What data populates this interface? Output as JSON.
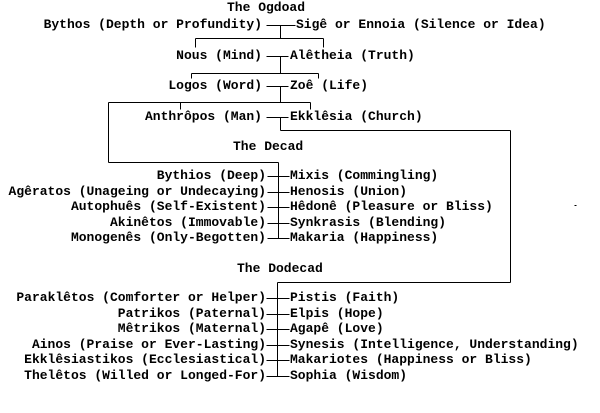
{
  "diagram": {
    "background_color": "#ffffff",
    "text_color": "#000000",
    "line_color": "#000000",
    "sections": [
      {
        "title": "The Ogdoad",
        "pairs": [
          {
            "left": "Bythos (Depth or Profundity)",
            "right": "Sigê or Ennoia (Silence or Idea)"
          },
          {
            "left": "Nous (Mind)",
            "right": "Alêtheia (Truth)"
          },
          {
            "left": "Logos (Word)",
            "right": "Zoê (Life)"
          },
          {
            "left": "Anthrôpos (Man)",
            "right": "Ekklêsia (Church)"
          }
        ]
      },
      {
        "title": "The Decad",
        "pairs": [
          {
            "left": "Bythios (Deep)",
            "right": "Mixis (Commingling)"
          },
          {
            "left": "Agêratos (Unageing or Undecaying)",
            "right": "Henosis (Union)"
          },
          {
            "left": "Autophuês (Self-Existent)",
            "right": "Hêdonê (Pleasure or Bliss)"
          },
          {
            "left": "Akinêtos (Immovable)",
            "right": "Synkrasis (Blending)"
          },
          {
            "left": "Monogenês (Only-Begotten)",
            "right": "Makaria (Happiness)"
          }
        ]
      },
      {
        "title": "The Dodecad",
        "pairs": [
          {
            "left": "Paraklêtos (Comforter or Helper)",
            "right": "Pistis (Faith)"
          },
          {
            "left": "Patrikos (Paternal)",
            "right": "Elpis (Hope)"
          },
          {
            "left": "Mêtrikos (Maternal)",
            "right": "Agapê (Love)"
          },
          {
            "left": "Ainos (Praise or Ever-Lasting)",
            "right": "Synesis (Intelligence, Understanding)"
          },
          {
            "left": "Ekklêsiastikos (Ecclesiastical)",
            "right": "Makariotes (Happiness or Bliss)"
          },
          {
            "left": "Thelêtos (Willed or Longed-For)",
            "right": "Sophia (Wisdom)"
          }
        ]
      }
    ]
  }
}
